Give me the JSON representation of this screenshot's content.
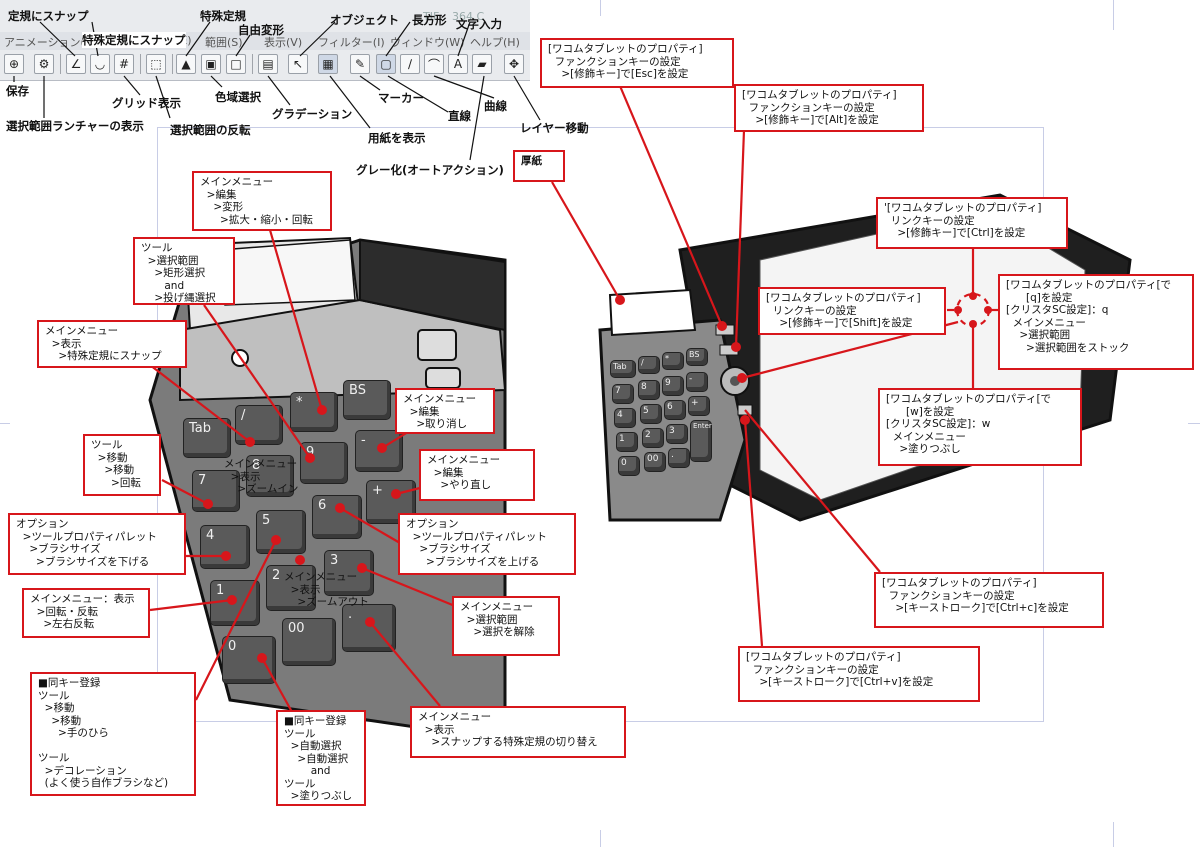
{
  "toolbar": {
    "title_fragment": "TIF",
    "title_fragment2": "364.C",
    "menus": [
      "アニメーション(",
      "(E)",
      "範囲(S)",
      "表示(V)",
      "フィルター(I)",
      "ウィンドウ(W)",
      "ヘルプ(H)"
    ]
  },
  "top_labels": {
    "snap": "定規にスナップ",
    "special_ruler": "特殊定規",
    "transform": "自由変形",
    "object": "オブジェクト",
    "rectangle": "長方形",
    "text": "文字入力",
    "snap_special": "特殊定規にスナップ",
    "save": "保存",
    "selection_launcher": "選択範囲ランチャーの表示",
    "grid": "グリッド表示",
    "invert_selection": "選択範囲の反転",
    "color_select": "色域選択",
    "gradation": "グラデーション",
    "paper": "用紙を表示",
    "marker": "マーカー",
    "line": "直線",
    "curve": "曲線",
    "layer_move": "レイヤー移動",
    "gray": "グレー化(オートアクション)"
  },
  "callouts": {
    "menu_transform": "メインメニュー\n  >編集\n    >変形\n      >拡大・縮小・回転",
    "tool_select": "ツール\n  >選択範囲\n    >矩形選択\n       and\n    >投げ縄選択",
    "menu_snap": "メインメニュー\n  >表示\n    >特殊定規にスナップ",
    "menu_undo": "メインメニュー\n  >編集\n    >取り消し",
    "menu_zoomin": "メインメニュー\n  >表示\n    >ズームイン",
    "tool_rotate": "ツール\n  >移動\n    >移動\n      >回転",
    "menu_redo": "メインメニュー\n  >編集\n    >やり直し",
    "opt_brush_down": "オプション\n  >ツールプロパティパレット\n    >ブラシサイズ\n      >ブラシサイズを下げる",
    "opt_brush_up": "オプション\n  >ツールプロパティパレット\n    >ブラシサイズ\n      >ブラシサイズを上げる",
    "menu_flip": "メインメニュー：表示\n  >回転・反転\n    >左右反転",
    "menu_zoomout": "メインメニュー\n  >表示\n    >ズームアウト",
    "menu_deselect": "メインメニュー\n  >選択範囲\n    >選択を解除",
    "same_key_hand": "■同キー登録\nツール\n  >移動\n    >移動\n      >手のひら\n\nツール\n  >デコレーション\n  (よく使う自作ブラシなど)",
    "same_key_fill": "■同キー登録\nツール\n  >自動選択\n    >自動選択\n        and\nツール\n  >塗りつぶし",
    "menu_snap_toggle": "メインメニュー\n  >表示\n    >スナップする特殊定規の切り替え",
    "thick_paper": "厚紙",
    "wacom_esc": "[ワコムタブレットのプロパティ]\n  ファンクションキーの設定\n    >[修飾キー]で[Esc]を設定",
    "wacom_alt": "[ワコムタブレットのプロパティ]\n  ファンクションキーの設定\n    >[修飾キー]で[Alt]を設定",
    "wacom_ctrl": "'[ワコムタブレットのプロパティ]\n  リンクキーの設定\n    >[修飾キー]で[Ctrl]を設定",
    "wacom_q": "[ワコムタブレットのプロパティ[で\n      [q]を設定\n[クリスタSC設定]：q\n  メインメニュー\n    >選択範囲\n      >選択範囲をストック",
    "wacom_shift": "[ワコムタブレットのプロパティ]\n  リンクキーの設定\n    >[修飾キー]で[Shift]を設定",
    "wacom_w": "[ワコムタブレットのプロパティ[で\n      [w]を設定\n[クリスタSC設定]：w\n  メインメニュー\n    >塗りつぶし",
    "wacom_ctrlc": "[ワコムタブレットのプロパティ]\n  ファンクションキーの設定\n    >[キーストローク]で[Ctrl+c]を設定",
    "wacom_ctrlv": "[ワコムタブレットのプロパティ]\n  ファンクションキーの設定\n    >[キーストローク]で[Ctrl+v]を設定"
  },
  "keypad_left": {
    "keys": [
      "Tab",
      "/",
      "*",
      "BS",
      "7",
      "8",
      "9",
      "-",
      "4",
      "5",
      "6",
      "+",
      "1",
      "2",
      "3",
      "0",
      "00",
      "."
    ]
  },
  "keypad_right": {
    "keys": [
      "Tab",
      "/",
      "*",
      "BS",
      "7",
      "8",
      "9",
      "-",
      "4",
      "5",
      "6",
      "+",
      "1",
      "2",
      "3",
      "Enter",
      "0",
      "00",
      "."
    ]
  },
  "colors": {
    "accent": "#d7161b",
    "guide": "#c8cde6"
  }
}
